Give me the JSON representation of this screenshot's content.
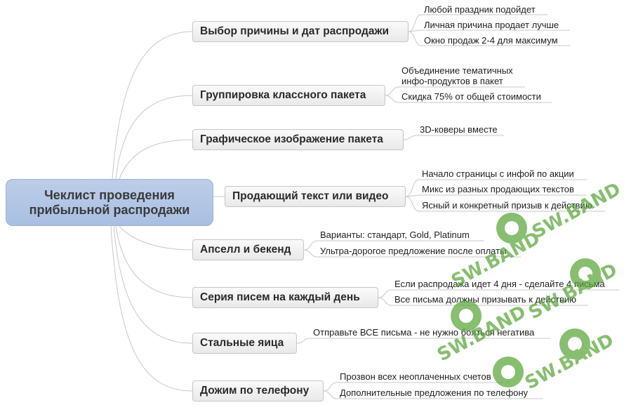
{
  "root": {
    "line1": "Чеклист проведения",
    "line2": "прибыльной распродажи"
  },
  "topics": [
    {
      "label": "Выбор причины и дат распродажи",
      "leaves": [
        "Любой праздник подойдет",
        "Личная причина продает лучше",
        "Окно продаж 2-4 для максимум"
      ]
    },
    {
      "label": "Группировка классного пакета",
      "leaves": [
        "Объединение тематичных",
        "инфо-продуктов в пакет",
        "Скидка 75% от общей стоимости"
      ]
    },
    {
      "label": "Графическое изображение пакета",
      "leaves": [
        "3D-коверы вместе"
      ]
    },
    {
      "label": "Продающий текст или видео",
      "leaves": [
        "Начало страницы с инфой по акции",
        "Микс из разных продающих текстов",
        "Ясный и конкретный призыв к действию"
      ]
    },
    {
      "label": "Апселл и бекенд",
      "leaves": [
        "Варианты: стандарт, Gold, Platinum",
        "Ультра-дорогое предложение после оплаты"
      ]
    },
    {
      "label": "Серия писем на каждый день",
      "leaves": [
        "Если распродажа идет 4 дня - сделайте 4 письма",
        "Все письма должны призывать к действию"
      ]
    },
    {
      "label": "Стальные яица",
      "leaves": [
        "Отправьте ВСЕ письма - не нужно бояться негатива"
      ]
    },
    {
      "label": "Дожим по телефону",
      "leaves": [
        "Прозвон всех неоплаченных счетов",
        "Дополнительные предложения по телефону"
      ]
    }
  ],
  "watermark": "SW.BAND",
  "colors": {
    "root_fill": "#b3c6e5",
    "topic_fill": "#f0f0f0",
    "line": "#c8c8c8",
    "watermark": "#5aa63a"
  }
}
